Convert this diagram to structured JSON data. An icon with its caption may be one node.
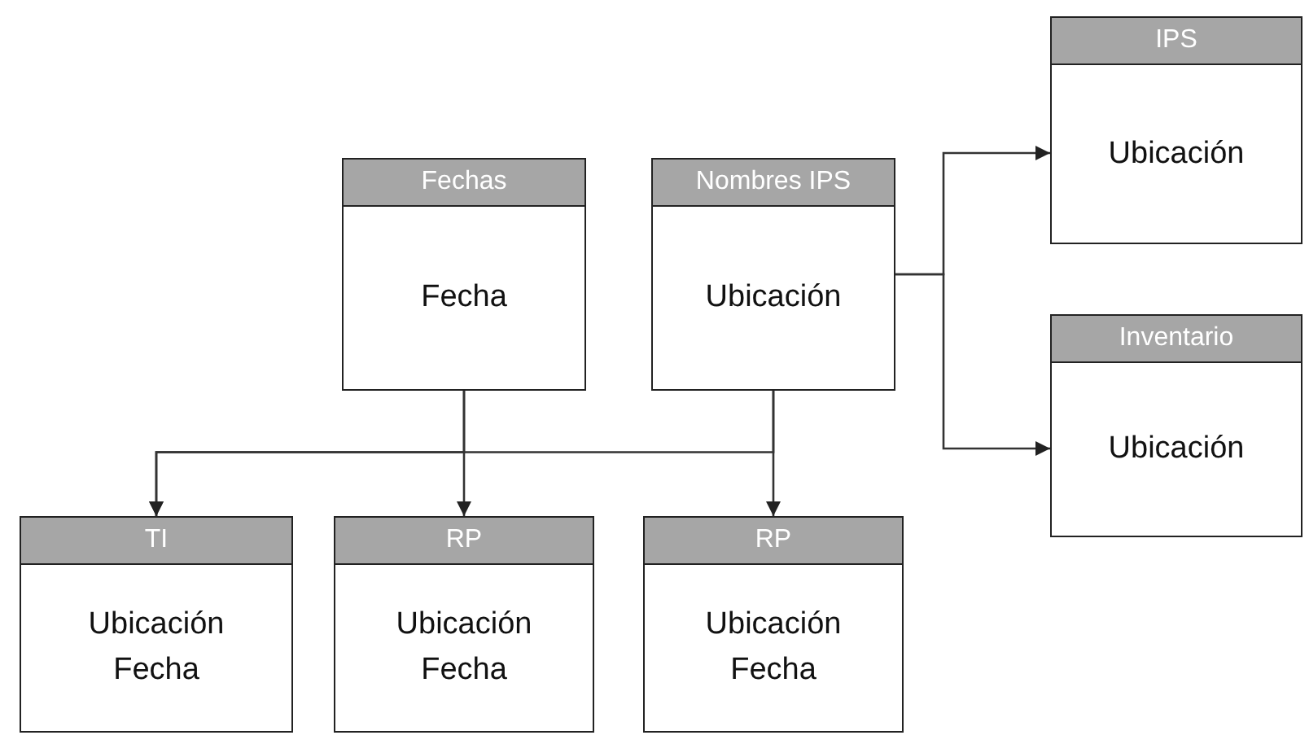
{
  "diagram": {
    "nodes": [
      {
        "text": [
          "Fechas",
          "Fecha"
        ]
      },
      {
        "text": [
          "Nombres IPS",
          "Ubicación"
        ]
      },
      {
        "text": [
          "IPS",
          "Ubicación"
        ]
      },
      {
        "text": [
          "Inventario",
          "Ubicación"
        ]
      },
      {
        "text": [
          "TI",
          "Ubicación Fecha"
        ]
      },
      {
        "text": [
          "RP",
          "Ubicación Fecha"
        ]
      },
      {
        "text": [
          "RP",
          "Ubicación Fecha"
        ]
      }
    ],
    "edges": [
      {
        "from": 1,
        "to": 2,
        "arrow": "to"
      },
      {
        "from": 1,
        "to": 3,
        "arrow": "to"
      },
      {
        "from": 1,
        "to": 4,
        "arrow": "to"
      },
      {
        "from": 0,
        "to": 4,
        "arrow": "to"
      },
      {
        "from": 0,
        "to": 5,
        "arrow": "to"
      },
      {
        "from": 1,
        "to": 6,
        "arrow": "to"
      }
    ]
  }
}
